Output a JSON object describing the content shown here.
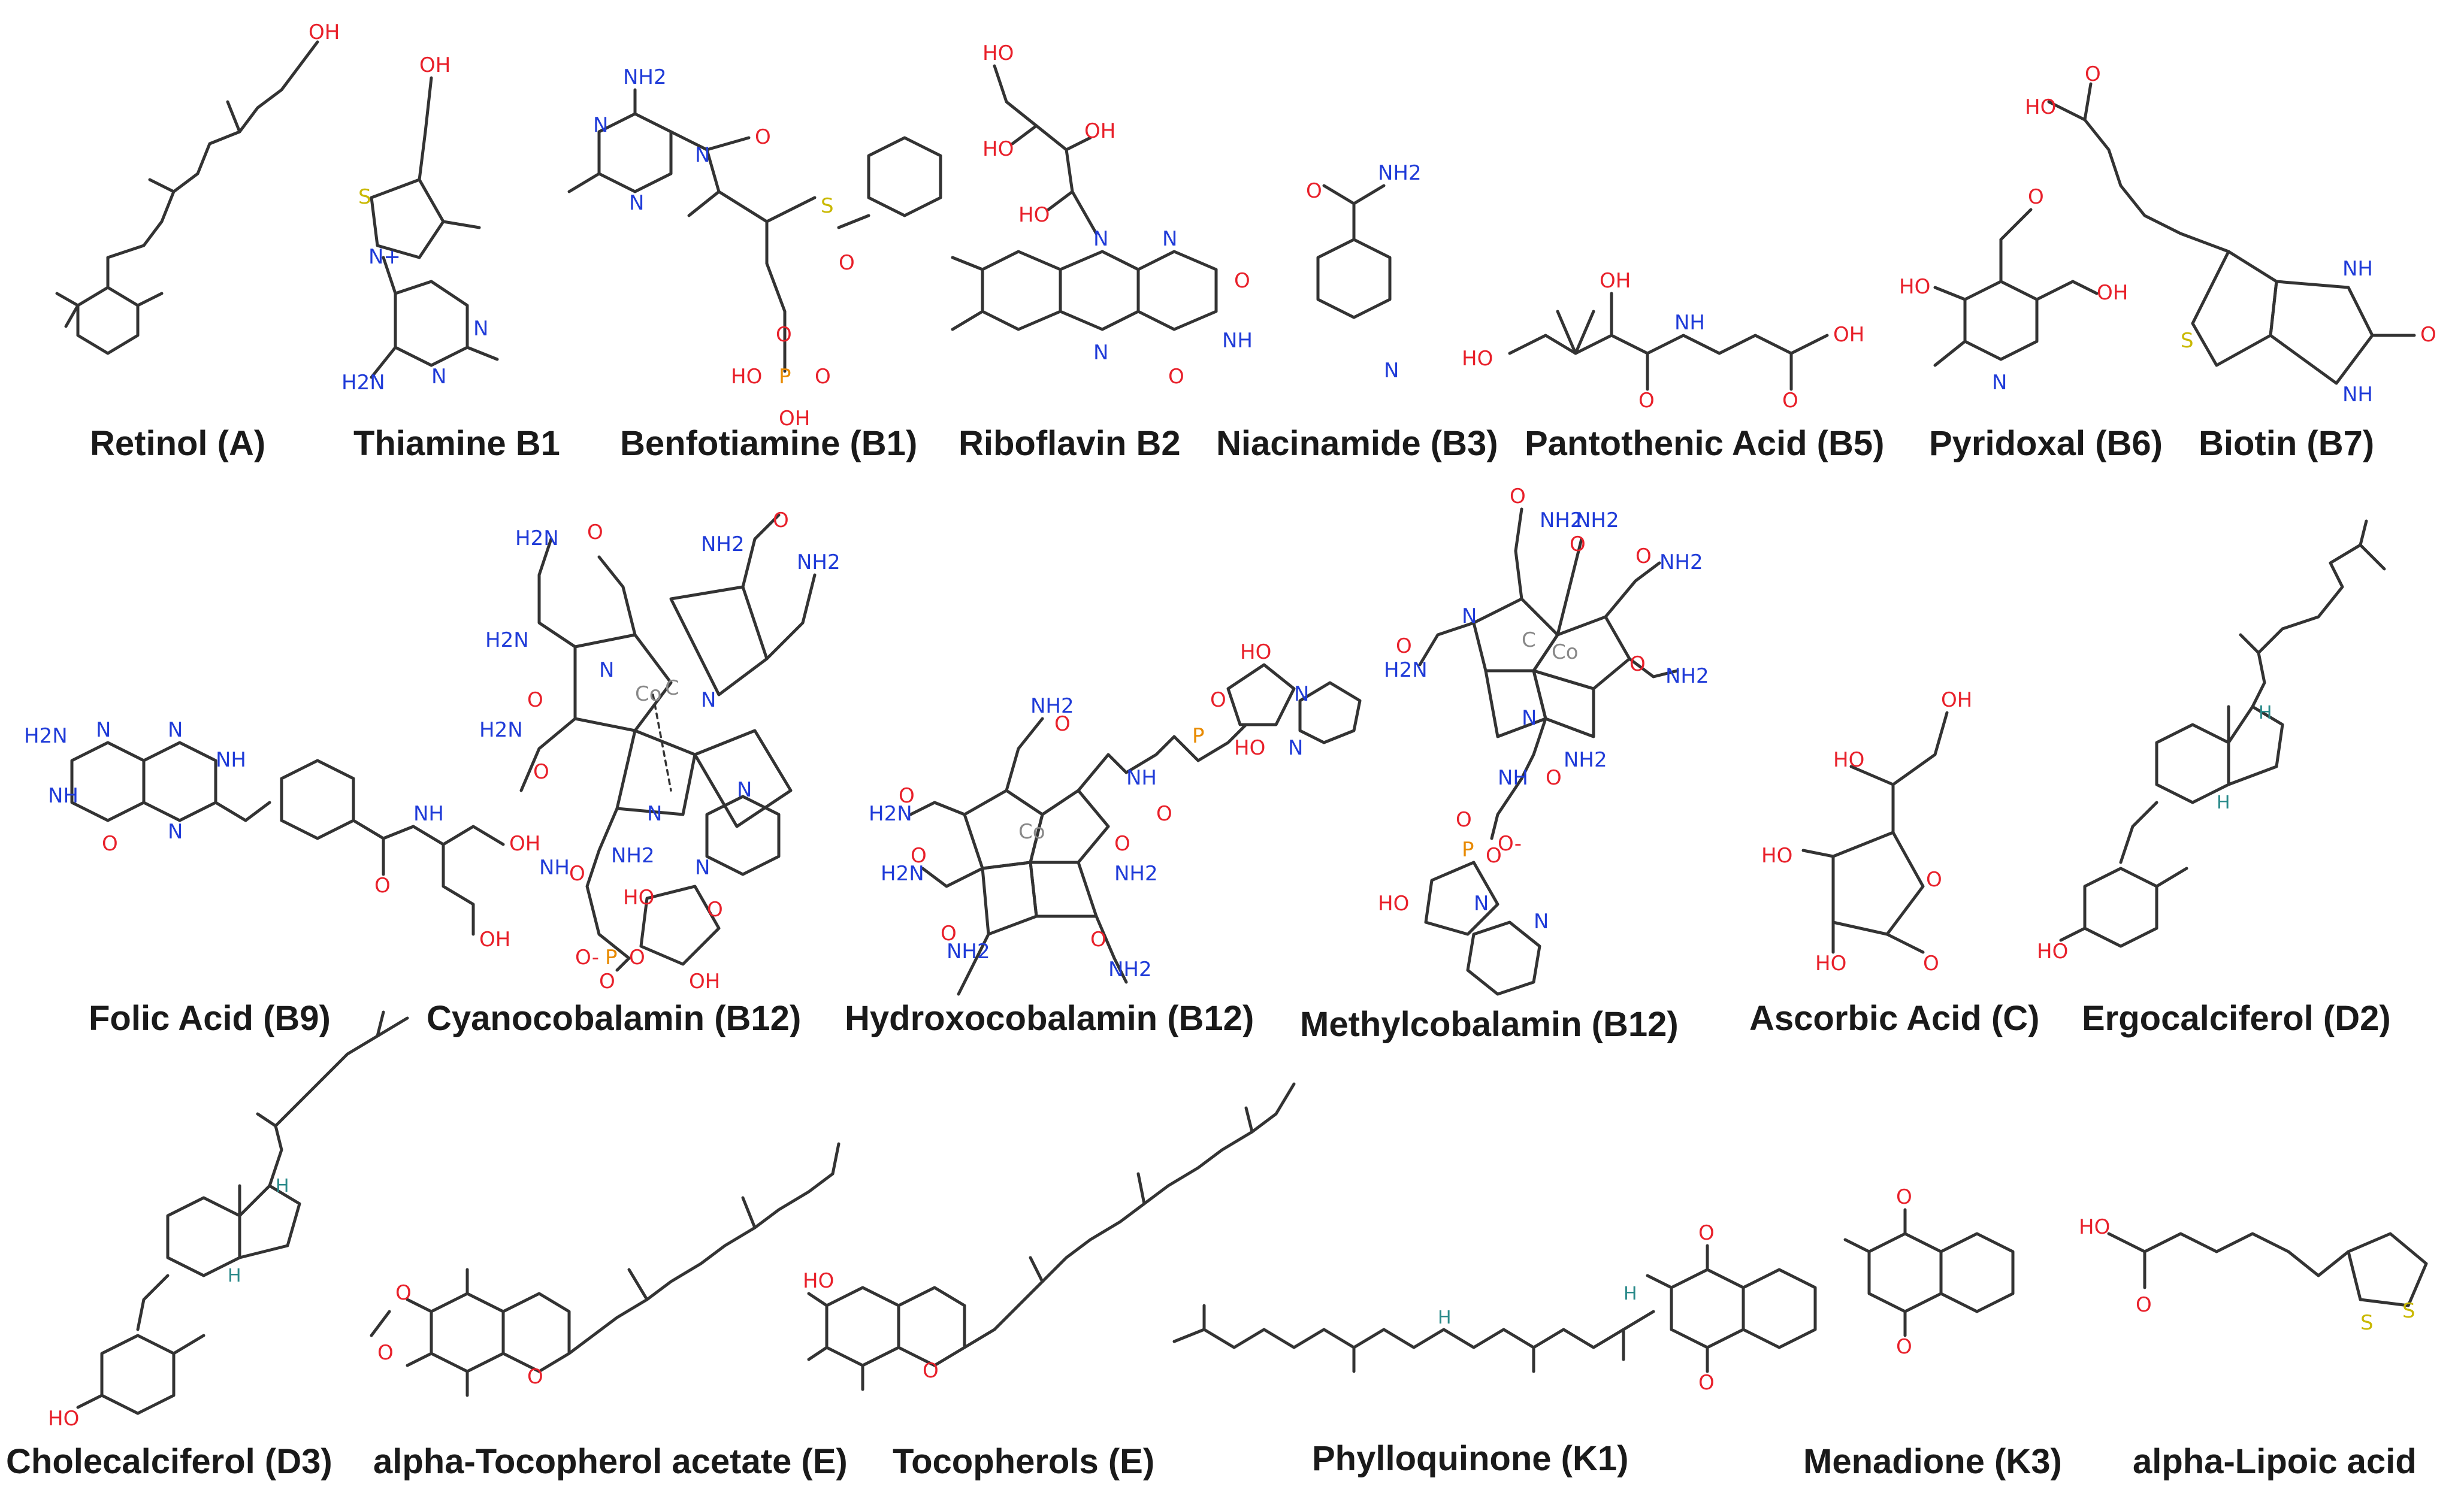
{
  "compounds": [
    {
      "name": "Retinol (A)"
    },
    {
      "name": "Thiamine B1"
    },
    {
      "name": "Benfotiamine (B1)"
    },
    {
      "name": "Riboflavin B2"
    },
    {
      "name": "Niacinamide (B3)"
    },
    {
      "name": "Pantothenic Acid (B5)"
    },
    {
      "name": "Pyridoxal (B6)"
    },
    {
      "name": "Biotin (B7)"
    },
    {
      "name": "Folic Acid (B9)"
    },
    {
      "name": "Cyanocobalamin (B12)"
    },
    {
      "name": "Hydroxocobalamin (B12)"
    },
    {
      "name": "Methylcobalamin (B12)"
    },
    {
      "name": "Ascorbic Acid (C)"
    },
    {
      "name": "Ergocalciferol (D2)"
    },
    {
      "name": "Cholecalciferol (D3)"
    },
    {
      "name": "alpha-Tocopherol acetate (E)"
    },
    {
      "name": "Tocopherols (E)"
    },
    {
      "name": "Phylloquinone (K1)"
    },
    {
      "name": "Menadione (K3)"
    },
    {
      "name": "alpha-Lipoic acid"
    }
  ],
  "atoms": {
    "O": "O",
    "OH": "OH",
    "HO": "HO",
    "N": "N",
    "NH": "NH",
    "NH2": "NH2",
    "H2N": "H2N",
    "S": "S",
    "P": "P",
    "H": "H",
    "Co": "Co",
    "C": "C",
    "Nplus": "N+",
    "Ominus": "O-"
  },
  "colors": {
    "oxygen": "#e8202a",
    "nitrogen": "#1f3bd8",
    "sulfur": "#c9b800",
    "phosphorus": "#e88a00",
    "hydrogen": "#2a8a8a",
    "cobalt": "#888888",
    "bond": "#333333",
    "label": "#1a1a1a"
  }
}
